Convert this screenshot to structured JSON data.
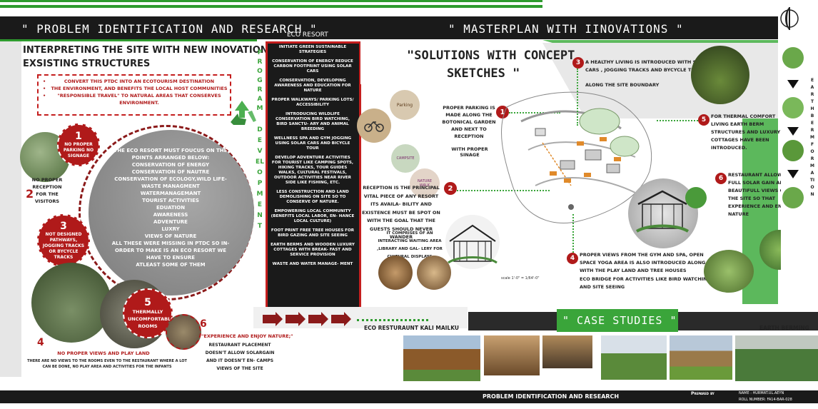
{
  "header": {
    "left_title": "\" PROBLEM IDENTIFICATION AND RESEARCH \"",
    "right_title": "\" MASTERPLAN  WITH IINOVATIONS \""
  },
  "left": {
    "subtitle_line1": "INTERPRETING THE SITE WITH NEW INOVATIONS AND",
    "subtitle_line2": "EXSISTING STRUCTURES",
    "bullets": [
      "CONVERT THIS PTDC INTO AN ECOTOURISM DESTINATION",
      "THE ENVIRONMENT, AND BENEFITS THE LOCAL HOST COMMUNITIES",
      "\"RESPONSIBLE TRAVEL\" TO NATURAL AREAS THAT CONSERVES ENVIRONMENT."
    ],
    "circle_text": [
      "THE ECO RESORT MUST FOUCUS  ON THE",
      "POINTS ARRANGED BELOW:",
      "CONSERVATION OF ENERGY",
      "CONSERVATION OF NAUTRE",
      "CONSERVATION OF ECOLOGY,WILD LIFE-",
      "WASTE MANAGMENT",
      "WATERMANAGEMANT",
      "TOURIST ACTIVITIES",
      "EDUATION",
      "AWARENESS",
      "ADVENTURE",
      "LUXRY",
      "VIEWS OF NATURE",
      "ALL THESE WERE MISSING IN  PTDC SO IN-",
      "ORDER TO MAKE IS AN ECO RESORT WE",
      "HAVE TO ENSURE",
      "ATLEAST SOME OF THEM"
    ],
    "p1_num": "1",
    "p1_text": "NO PROPER PARKING NO SIGNAGE",
    "p2_num": "2",
    "p2_text": "NO PROPER RECEPTION FOR THE VISITORS",
    "p3_num": "3",
    "p3_text": "NOT DESIGNED PATHWAYS, JOGGING TRACKS OR BYCYCLE TRACKS",
    "p4_num": "4",
    "p4_title": "NO PROPER VIEWS AND PLAY LAND",
    "p4_text": "THERE ARE NO VIEWS TO THE ROOMS EVEN TO THE RESTAURANT WHERE A LOT CAN BE DONE, NO PLAY AREA AND ACTIVITIES FOR THE INFANTS",
    "p5_num": "5",
    "p5_text": "THERMALLY UNCOMFORTABLE ROOMS",
    "p6_num": "6",
    "p6_title": "\"EXPERIENCE AND ENJOY NATURE;\"",
    "p6_text": "RESTAURANT PLACEMENT  DOESN'T ALLOW SOLARGAIN AND IT DOESN'T EN- CAMPS VIEWS OF THE SITE"
  },
  "program": {
    "vertical_word1": "PROGRAM",
    "vertical_word2": "DEVELOPMENT",
    "title": "ECO RESORT",
    "items": [
      "INITIATE GREEN SUSTAINABLE STRATEGIES",
      "CONSERVATION OF ENERGY REDUCE CARBON FOOTPRINT USING SOLAR CARS",
      "CONSERVATION, DEVELOPING AWARENESS AND EDUCATION FOR NATURE",
      "PROPER WALKWAYS/ PARKING LOTS/ ACCESSIBILITY",
      "INTRODUCING WILDLIFE CONSERVATION BIRD WATCHING, BIRD SANCTU- ARY AND ANIMAL BREEDING",
      "WELLNESS SPA AND GYM JOGGING USING SOLAR CARS AND BICYCLE TOUR",
      "DEVELOP ADVENTURE ACTIVITIES FOR TOURIST LIKE CAMPING SPOTS, HIKING TRACKS, TOUR GUIDES WALKS, CULTURAL FESTIVALS, OUTDOOR ACTIVITIES NEAR RIVER SIDE LIKE FISHING, ETC.",
      "LESS CONSTRUCTION AND LAND DEMOLISHING ON SITE SO TO CONSERVE OF NATURE.",
      "EMPOWERING LOCAL COMMUNITY (BENEFITS LOCAL LABOR, EN- HANCE LOCAL CULTURE)",
      "FOOT PRINT FREE TREE HOUSES FOR BIRD GAZING AND SITE SEEING",
      "EARTH BERMS AND WOODEN LUXURY COTTAGES WITH BREAK- FAST AND SERVICE PROVISION",
      "WASTE AND WATER MANAGE- MENT"
    ]
  },
  "solutions": {
    "title_line1": "\"SOLUTIONS WITH CONCEPT",
    "title_line2": "SKETCHES \"",
    "s1_num": "1",
    "s1_text": "PROPER PARKING IS MADE ALONG THE BOTONICAL GARDEN AND NEXT TO RECEPTION",
    "s1_text2": "WITH PROPER SINAGE",
    "s2_num": "2",
    "s2_text": "RECEPTION IS THE PRINCIPAL VITAL PIECE OF ANY RESORT ITS AVAILA- BILITY AND EXISTENCE MUST BE SPOT  ON WITH THE GOAL THAT THE GUESTS SHOULD NEVER WANDER",
    "s2_text2": "IT COMPRISES OF AN INTERACTING WAITING AREA ,LIBRARY AND GAL- LERY FOR CULTURAL DISPLAYS",
    "s3_num": "3",
    "s3_text": "A HEALTHY LIVING IS INTRODUCED WITH SOLAR CARS , JOGGING TRACKS AND  BYCYCLE TRACKS",
    "s3_text2": "ALONG THE SITE BOUNDARY",
    "s4_num": "4",
    "s4_text": "PROPER VIEWS  FROM THE GYM AND SPA, OPEN SPACE YOGA AREA IS ALSO INTRODUCED ALONG WITH THE PLAY LAND AND TREE HOUSES",
    "s4_text2": "ECO BRIDGE FOR ACTIVITIES LIKE BIRD WATCHING AND SITE SEEING",
    "s5_num": "5",
    "s5_text": "FOR THERMAL COMFORT LIVING EARTH BERM STRUCTURES AND LUXURY COTTAGES HAVE BEEN INTRODUCED.",
    "s6_num": "6",
    "s6_text": "RESTAURANT ALLOWS FULL SOLAR GAIN AND BEAUTIFULL VIEWS OF THE SITE SO THAT EXPERIENCE AND ENJOY NATURE",
    "scale": "scale 1'-0\" = 1/64'-0\"",
    "sign_parking": "Parking",
    "sign_campsite": "CAMPSITE",
    "sign_nature": "NATURE WALK"
  },
  "earth_berm_vertical": "EARTH BERM FORMATION",
  "case_studies": {
    "title": "\" CASE STUDIES \"",
    "left_label": "ECO RESTURAUNT KALI MAILKU",
    "right_label": "EARTH BERMING"
  },
  "footer": {
    "center": "PROBLEM IDENTIFICATION AND RESEARCH",
    "prepared_by": "Prepared by",
    "name": "NAME : HURMAT.UL.AEYN",
    "roll": "ROLL NUMBER: FA14-BAR-028"
  },
  "colors": {
    "green": "#3aa53a",
    "red": "#b01a1a",
    "dark": "#1a1a1a",
    "grey": "#8a8a8a"
  }
}
